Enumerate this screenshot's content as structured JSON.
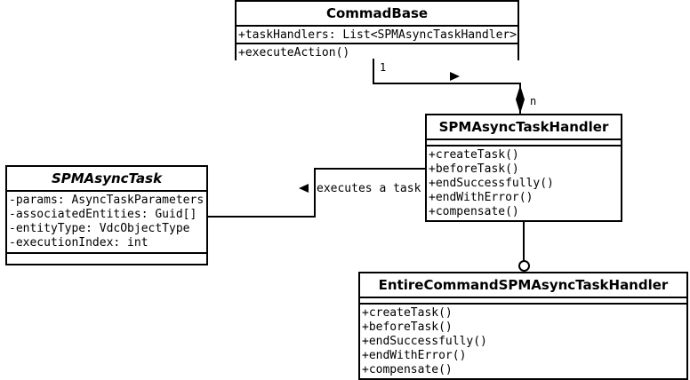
{
  "diagram": {
    "type": "uml-class-diagram",
    "classes": [
      {
        "id": "commad-base",
        "name": "CommadBase",
        "abstract": false,
        "attributes": [
          "+taskHandlers: List<SPMAsyncTaskHandler>"
        ],
        "operations": [
          "+executeAction()"
        ]
      },
      {
        "id": "spm-async-task-handler",
        "name": "SPMAsyncTaskHandler",
        "abstract": false,
        "attributes": [],
        "operations": [
          "+createTask()",
          "+beforeTask()",
          "+endSuccessfully()",
          "+endWithError()",
          "+compensate()"
        ]
      },
      {
        "id": "spm-async-task",
        "name": "SPMAsyncTask",
        "abstract": true,
        "attributes": [
          "-params: AsyncTaskParameters",
          "-associatedEntities: Guid[]",
          "-entityType: VdcObjectType",
          "-executionIndex: int"
        ],
        "operations": []
      },
      {
        "id": "entire-command-spm-async-task-handler",
        "name": "EntireCommandSPMAsyncTaskHandler",
        "abstract": false,
        "attributes": [],
        "operations": [
          "+createTask()",
          "+beforeTask()",
          "+endSuccessfully()",
          "+endWithError()",
          "+compensate()"
        ]
      }
    ],
    "relationships": [
      {
        "id": "composition-commadbase-handler",
        "kind": "composition",
        "from": "commad-base",
        "to": "spm-async-task-handler",
        "source_multiplicity": "1",
        "target_multiplicity": "n",
        "label": ""
      },
      {
        "id": "association-task-handler",
        "kind": "association",
        "from": "spm-async-task-handler",
        "to": "spm-async-task",
        "label": "executes a task"
      },
      {
        "id": "realization-entire-command",
        "kind": "realization",
        "from": "entire-command-spm-async-task-handler",
        "to": "spm-async-task-handler",
        "label": ""
      }
    ]
  },
  "colors": {
    "stroke": "#000000",
    "fill": "#ffffff",
    "text": "#000000"
  }
}
